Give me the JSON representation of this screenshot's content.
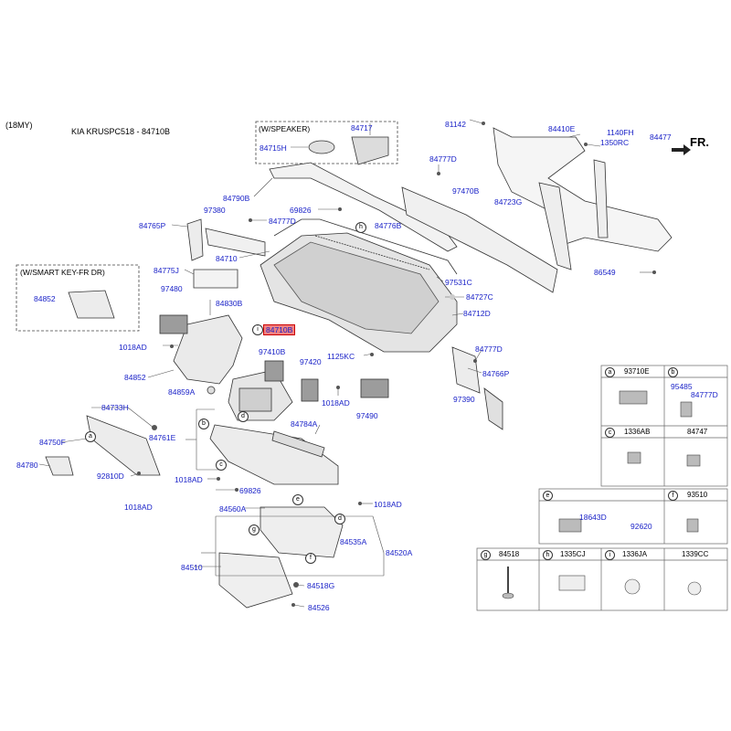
{
  "header": {
    "model_year": "(18MY)",
    "model_code": "KIA KRUSPC518 - 84710B"
  },
  "notes": {
    "speaker": "(W/SPEAKER)",
    "smart_key": "(W/SMART KEY-FR DR)"
  },
  "direction_label": "FR.",
  "labels": {
    "p84717": "84717",
    "p84715H": "84715H",
    "p84790B": "84790B",
    "p69826a": "69826",
    "p97380": "97380",
    "p84777Da": "84777D",
    "p84765P": "84765P",
    "p84710": "84710",
    "p84776B": "84776B",
    "p84775J": "84775J",
    "p84852a": "84852",
    "p97480": "97480",
    "p84830B": "84830B",
    "p84710B": "84710B",
    "p97410B": "97410B",
    "p97420": "97420",
    "p1018ADa": "1018AD",
    "p84852b": "84852",
    "p84859A": "84859A",
    "p1125KC": "1125KC",
    "p1018ADb": "1018AD",
    "p97490": "97490",
    "p84733H": "84733H",
    "p84761E": "84761E",
    "p84750F": "84750F",
    "p84780": "84780",
    "p92810D": "92810D",
    "p1018ADc": "1018AD",
    "p84784A": "84784A",
    "p1018ADd": "1018AD",
    "p69826b": "69826",
    "p84560A": "84560A",
    "p1018ADe": "1018AD",
    "p84535A": "84535A",
    "p84520A": "84520A",
    "p84510": "84510",
    "p84518G": "84518G",
    "p84526": "84526",
    "p81142": "81142",
    "p84410E": "84410E",
    "p1140FH": "1140FH",
    "p1350RC": "1350RC",
    "p84477": "84477",
    "p84777Db": "84777D",
    "p97470B": "97470B",
    "p84723G": "84723G",
    "p86549": "86549",
    "p97531C": "97531C",
    "p84727C": "84727C",
    "p84712D": "84712D",
    "p84777Dc": "84777D",
    "p84766P": "84766P",
    "p97390": "97390"
  },
  "callouts": {
    "a": "a",
    "b": "b",
    "c": "c",
    "d": "d",
    "e": "e",
    "f": "f",
    "g": "g",
    "h": "h",
    "i": "i"
  },
  "parts_table": {
    "a": {
      "tag": "a",
      "parts": [
        "93710E"
      ]
    },
    "b": {
      "tag": "b",
      "parts": [
        "95485",
        "84777D"
      ]
    },
    "c": {
      "tag": "c",
      "parts": [
        "1336AB"
      ]
    },
    "c2": {
      "parts": [
        "84747"
      ]
    },
    "e": {
      "tag": "e",
      "parts": [
        "18643D",
        "92620"
      ]
    },
    "f": {
      "tag": "f",
      "parts": [
        "93510"
      ]
    },
    "g": {
      "tag": "g",
      "parts": [
        "84518"
      ]
    },
    "h": {
      "tag": "h",
      "parts": [
        "1335CJ"
      ]
    },
    "i": {
      "tag": "i",
      "parts": [
        "1336JA"
      ]
    },
    "j": {
      "parts": [
        "1339CC"
      ]
    }
  },
  "colors": {
    "label": "#1a22c8",
    "highlight": "#f08080",
    "line": "#333333"
  }
}
